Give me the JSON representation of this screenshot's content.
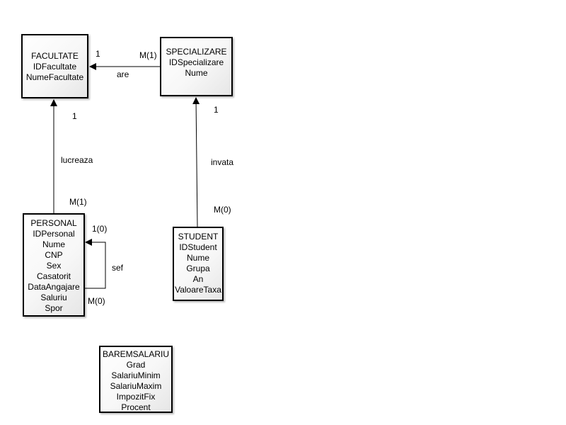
{
  "colors": {
    "stroke": "#000000",
    "background": "#ffffff"
  },
  "entities": {
    "facultate": {
      "title": "FACULTATE",
      "fields": [
        "IDFacultate",
        "NumeFacultate"
      ]
    },
    "specializare": {
      "title": "SPECIALIZARE",
      "fields": [
        "IDSpecializare",
        "Nume"
      ]
    },
    "personal": {
      "title": "PERSONAL",
      "fields": [
        "IDPersonal",
        "Nume",
        "CNP",
        "Sex",
        "Casatorit",
        "DataAngajare",
        "Saluriu",
        "Spor"
      ]
    },
    "student": {
      "title": "STUDENT",
      "fields": [
        "IDStudent",
        "Nume",
        "Grupa",
        "An",
        "ValoareTaxa"
      ]
    },
    "baremsalariu": {
      "title": "BAREMSALARIU",
      "fields": [
        "Grad",
        "SalariuMinim",
        "SalariuMaxim",
        "ImpozitFix",
        "Procent"
      ]
    }
  },
  "relations": {
    "are": {
      "label": "are",
      "card_one": "1",
      "card_many": "M(1)"
    },
    "lucreaza": {
      "label": "lucreaza",
      "card_one": "1",
      "card_many": "M(1)"
    },
    "invata": {
      "label": "invata",
      "card_one": "1",
      "card_many": "M(0)"
    },
    "sef": {
      "label": "sef",
      "card_one": "1(0)",
      "card_many": "M(0)"
    }
  }
}
